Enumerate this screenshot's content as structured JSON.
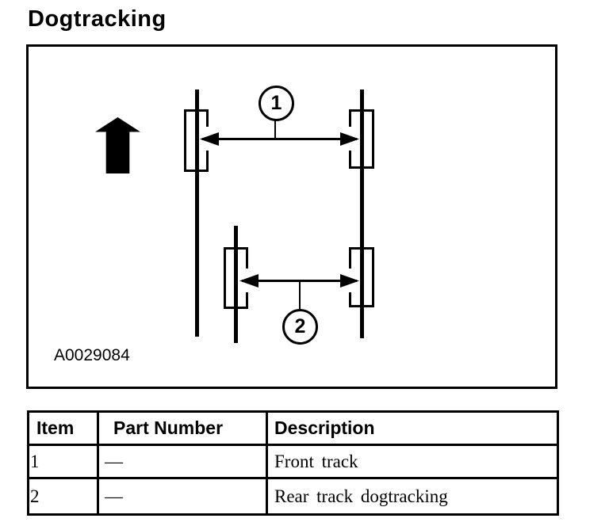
{
  "page": {
    "title": "Dogtracking",
    "colors": {
      "ink": "#000000",
      "paper": "#ffffff"
    }
  },
  "figure": {
    "code": "A0029084",
    "direction_icon": "up-arrow",
    "callouts": [
      {
        "number": "1"
      },
      {
        "number": "2"
      }
    ]
  },
  "table": {
    "headers": [
      "Item",
      "Part Number",
      "Description"
    ],
    "rows": [
      {
        "item": "1",
        "part_number": "—",
        "description": "Front track"
      },
      {
        "item": "2",
        "part_number": "—",
        "description": "Rear track dogtracking"
      }
    ]
  }
}
